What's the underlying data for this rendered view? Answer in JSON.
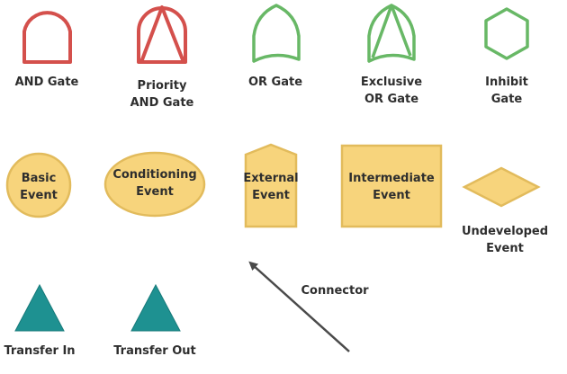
{
  "colors": {
    "and_gate": "#d4504c",
    "or_gate": "#68b866",
    "event": "#f7d47c",
    "transfer": "#1e9191",
    "connector": "#4a4a4a"
  },
  "symbols": {
    "and_gate": "AND Gate",
    "priority_and_gate": [
      "Priority",
      "AND Gate"
    ],
    "or_gate": "OR Gate",
    "exclusive_or_gate": [
      "Exclusive",
      "OR Gate"
    ],
    "inhibit_gate": [
      "Inhibit",
      "Gate"
    ],
    "basic_event": [
      "Basic",
      "Event"
    ],
    "conditioning_event": [
      "Conditioning",
      "Event"
    ],
    "external_event": [
      "External",
      "Event"
    ],
    "intermediate_event": [
      "Intermediate",
      "Event"
    ],
    "undeveloped_event": [
      "Undeveloped",
      "Event"
    ],
    "transfer_in": "Transfer In",
    "transfer_out": "Transfer Out",
    "connector": "Connector"
  }
}
